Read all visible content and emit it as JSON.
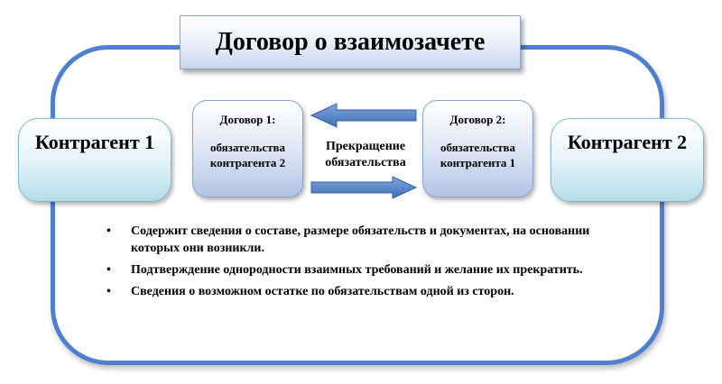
{
  "title": "Договор о взаимозачете",
  "party_left": "Контрагент 1",
  "party_right": "Контрагент 2",
  "contract_1": {
    "heading": "Договор 1:",
    "line1": "обязательства",
    "line2": "контрагента 2"
  },
  "contract_2": {
    "heading": "Договор 2:",
    "line1": "обязательства",
    "line2": "контрагента 1"
  },
  "middle": {
    "line1": "Прекращение",
    "line2": "обязательства"
  },
  "bullets": [
    "Содержит сведения о составе, размере обязательств и документах, на основании которых они возникли.",
    "Подтверждение однородности взаимных требований и желание их прекратить.",
    "Сведения о возможном остатке по обязательствам одной из сторон."
  ],
  "colors": {
    "frame": "#4f7fd0",
    "arrow": "#4f81bd",
    "party_fill": "#b4dde9",
    "contract_fill": "#b3c4e6"
  }
}
